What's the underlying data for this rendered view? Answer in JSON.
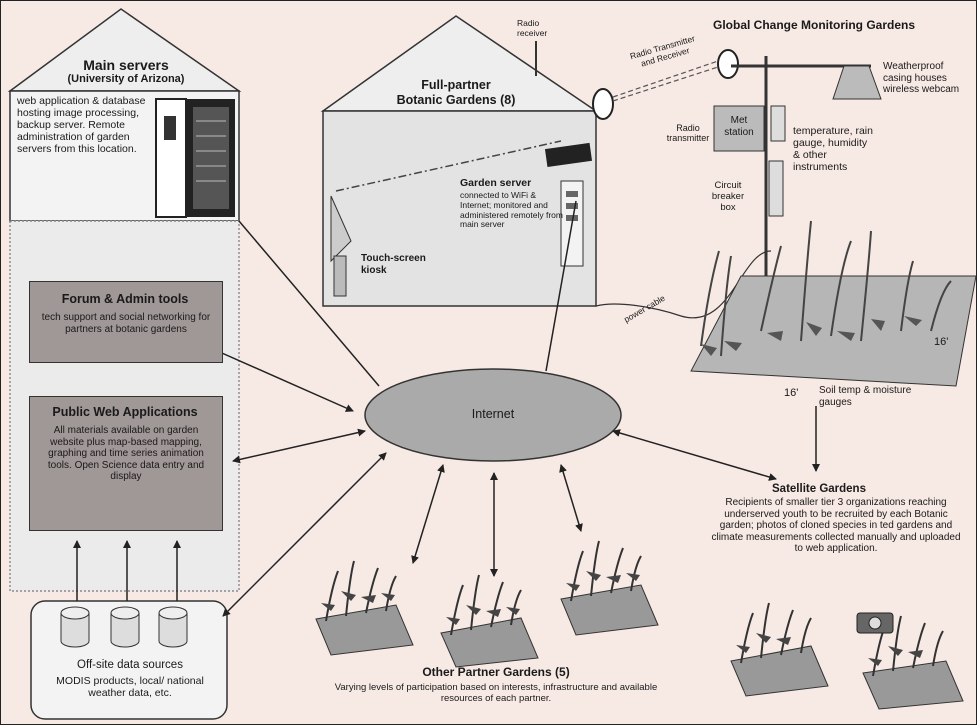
{
  "main_servers": {
    "title": "Main servers",
    "subtitle": "(University of Arizona)",
    "description": "web application & database hosting image processing, backup server. Remote administration of garden servers from this location."
  },
  "forum_admin": {
    "title": "Forum & Admin tools",
    "description": "tech support and social networking for partners at botanic gardens"
  },
  "public_web": {
    "title": "Public Web Applications",
    "description": "All materials available on garden website plus map-based mapping, graphing and time series animation tools. Open Science data entry and display"
  },
  "data_sources": {
    "title": "Off-site data sources",
    "description": "MODIS products, local/ national weather data, etc."
  },
  "full_partner": {
    "title": "Full-partner",
    "subtitle": "Botanic Gardens (8)",
    "radio_receiver": "Radio receiver",
    "kiosk": "Touch-screen kiosk",
    "garden_server_title": "Garden server",
    "garden_server_desc": "connected to WiFi & Internet; monitored and administered remotely from main server"
  },
  "monitoring": {
    "title": "Global Change Monitoring Gardens",
    "radio_link": "Radio Transmitter and Receiver",
    "housing": "Weatherproof casing houses wireless webcam",
    "radio_transmitter": "Radio transmitter",
    "met_station": "Met station",
    "instruments": "temperature, rain gauge, humidity & other instruments",
    "breaker": "Circuit breaker box",
    "power_cable": "power cable",
    "dim_width": "16'",
    "dim_depth": "16'",
    "soil_gauges": "Soil temp & moisture gauges"
  },
  "internet": {
    "label": "Internet"
  },
  "satellite": {
    "title": "Satellite Gardens",
    "description": "Recipients of smaller tier 3 organizations reaching underserved youth to be recruited by each Botanic garden; photos of cloned species in ted gardens and climate measurements collected manually and uploaded to web application."
  },
  "other_partners": {
    "title": "Other Partner Gardens (5)",
    "description": "Varying levels of participation based on interests, infrastructure and available resources of each partner."
  }
}
